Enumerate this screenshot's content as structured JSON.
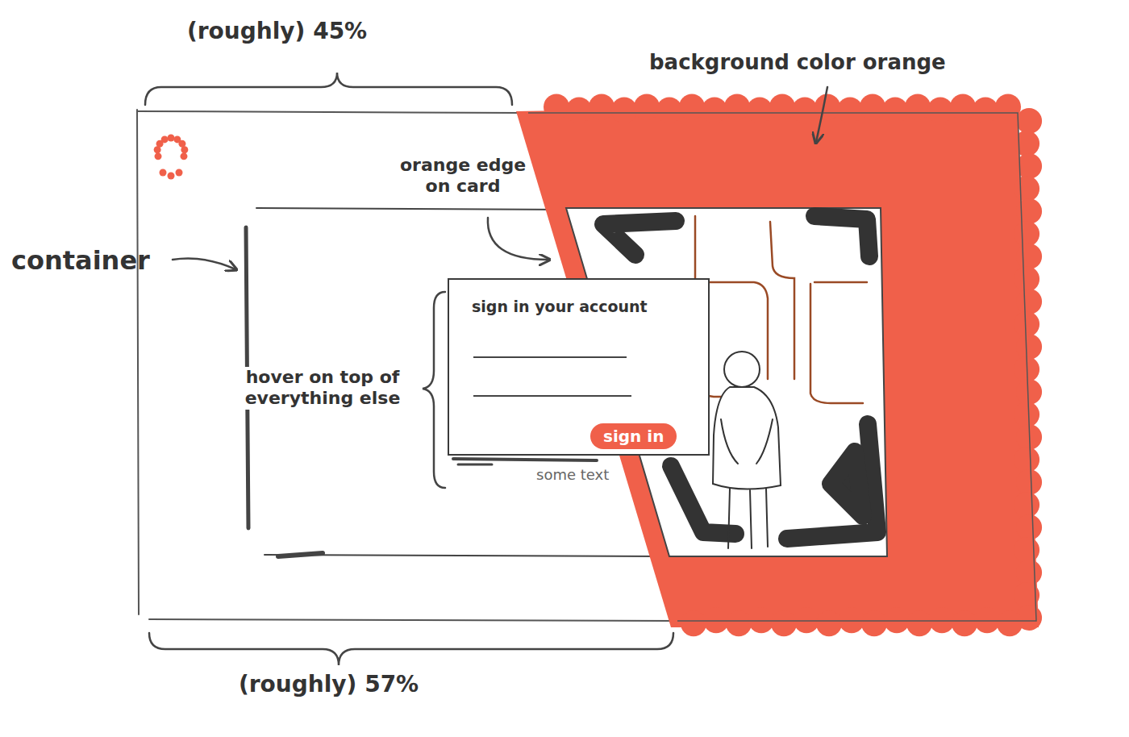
{
  "diagram": {
    "nodes": [
      {
        "text": [
          "sign in your account"
        ]
      },
      {
        "text": [
          "sign in"
        ],
        "in": 0
      }
    ],
    "labels": [
      "(roughly) 45%",
      "background color orange",
      "orange edge on card",
      "container",
      "hover on top of everything else",
      "some text",
      "(roughly) 57%"
    ]
  }
}
